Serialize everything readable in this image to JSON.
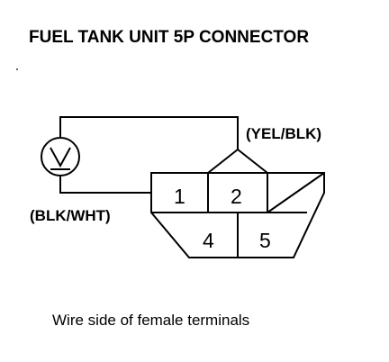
{
  "title": "FUEL TANK UNIT 5P CONNECTOR",
  "wire_top_label": "(YEL/BLK)",
  "wire_left_label": "(BLK/WHT)",
  "terminals": [
    "1",
    "2",
    "4",
    "5"
  ],
  "meter": {
    "icon": "voltmeter-icon"
  },
  "caption": "Wire side of female terminals"
}
